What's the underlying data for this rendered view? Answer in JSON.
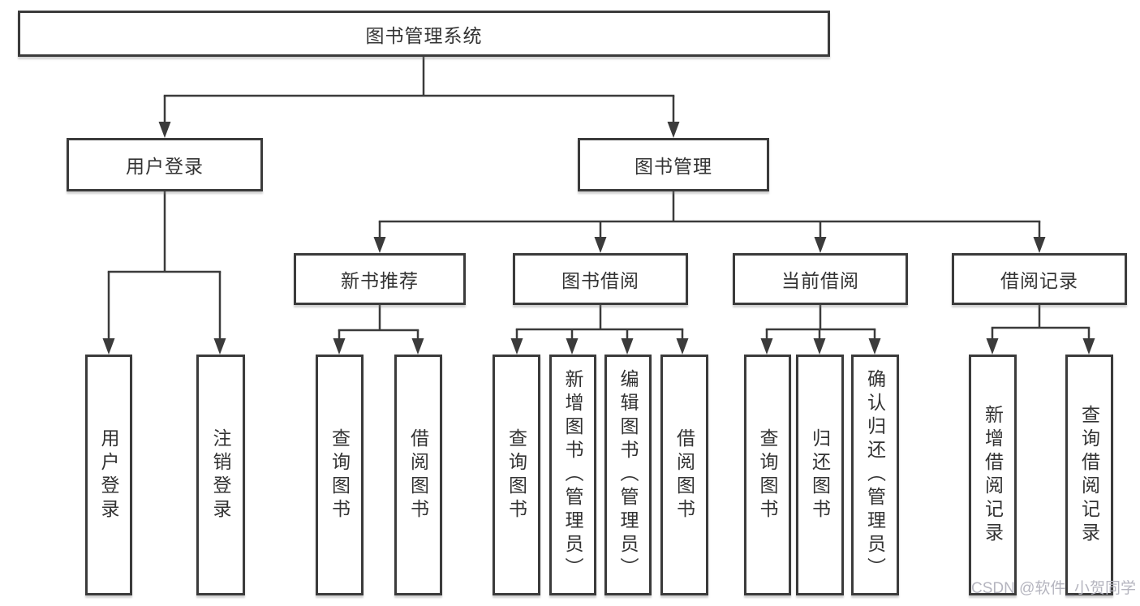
{
  "watermark": "CSDN @软件_小贺同学",
  "colors": {
    "line": "#3b3b3b",
    "text": "#333333",
    "background": "#ffffff",
    "watermark": "#b5b5bf"
  },
  "tree": {
    "root": {
      "label": "图书管理系统"
    },
    "level2": [
      {
        "label": "用户登录",
        "children": [
          {
            "label": "用户登录"
          },
          {
            "label": "注销登录"
          }
        ]
      },
      {
        "label": "图书管理",
        "children": [
          {
            "label": "新书推荐",
            "children": [
              {
                "label": "查询图书"
              },
              {
                "label": "借阅图书"
              }
            ]
          },
          {
            "label": "图书借阅",
            "children": [
              {
                "label": "查询图书"
              },
              {
                "label": "新增图书（管理员）"
              },
              {
                "label": "编辑图书（管理员）"
              },
              {
                "label": "借阅图书"
              }
            ]
          },
          {
            "label": "当前借阅",
            "children": [
              {
                "label": "查询图书"
              },
              {
                "label": "归还图书"
              },
              {
                "label": "确认归还（管理员）"
              }
            ]
          },
          {
            "label": "借阅记录",
            "children": [
              {
                "label": "新增借阅记录"
              },
              {
                "label": "查询借阅记录"
              }
            ]
          }
        ]
      }
    ]
  }
}
